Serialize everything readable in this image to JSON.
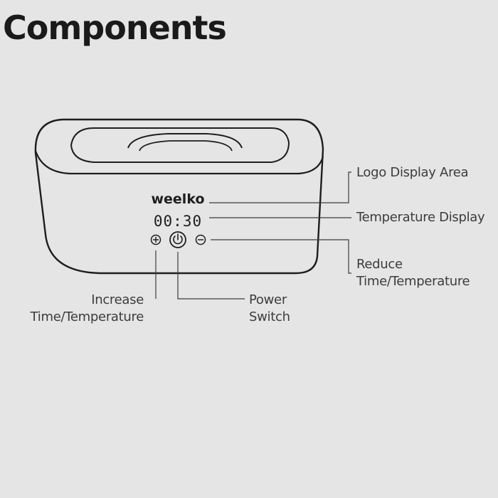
{
  "title": "Components",
  "device": {
    "brand": "weelko",
    "display_readout": "00:30",
    "plus_symbol": "⊕",
    "minus_symbol": "⊖",
    "power_icon": "power-icon"
  },
  "labels": {
    "logo_area": "Logo Display Area",
    "temperature_display": "Temperature Display",
    "reduce": [
      "Reduce",
      "Time/Temperature"
    ],
    "increase": [
      "Increase",
      "Time/Temperature"
    ],
    "power": [
      "Power",
      "Switch"
    ]
  },
  "colors": {
    "background": "#e5e5e5",
    "line": "#1e1e1e",
    "label_text": "#3c3c3c"
  }
}
